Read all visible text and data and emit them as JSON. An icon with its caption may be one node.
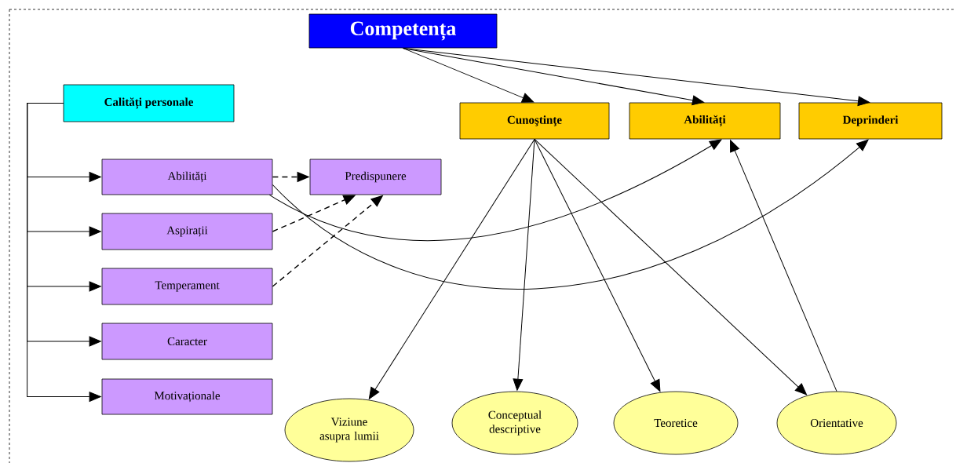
{
  "diagram": {
    "nodes": [
      {
        "text": [
          "Competența"
        ]
      },
      {
        "text": [
          "Calități personale"
        ]
      },
      {
        "text": [
          "Abilități"
        ]
      },
      {
        "text": [
          "Aspirații"
        ]
      },
      {
        "text": [
          "Temperament"
        ]
      },
      {
        "text": [
          "Caracter"
        ]
      },
      {
        "text": [
          "Motivaționale"
        ]
      },
      {
        "text": [
          "Predispunere"
        ]
      },
      {
        "text": [
          "Cunoştinţe"
        ]
      },
      {
        "text": [
          "Abilități"
        ]
      },
      {
        "text": [
          "Deprinderi"
        ]
      },
      {
        "text": [
          "Viziune asupra lumii"
        ]
      },
      {
        "text": [
          "Conceptual descriptive"
        ]
      },
      {
        "text": [
          "Teoretice"
        ]
      },
      {
        "text": [
          "Orientative"
        ]
      }
    ],
    "edges": [
      {
        "from": 0,
        "to": 8,
        "arrow": "to"
      },
      {
        "from": 0,
        "to": 9,
        "arrow": "to"
      },
      {
        "from": 0,
        "to": 10,
        "arrow": "to"
      },
      {
        "from": 1,
        "to": 2,
        "arrow": "to"
      },
      {
        "from": 1,
        "to": 3,
        "arrow": "to"
      },
      {
        "from": 1,
        "to": 4,
        "arrow": "to"
      },
      {
        "from": 1,
        "to": 5,
        "arrow": "to"
      },
      {
        "from": 1,
        "to": 6,
        "arrow": "to"
      },
      {
        "from": 2,
        "to": 7,
        "arrow": "to",
        "style": "dashed"
      },
      {
        "from": 3,
        "to": 7,
        "arrow": "to",
        "style": "dashed"
      },
      {
        "from": 4,
        "to": 7,
        "arrow": "to",
        "style": "dashed"
      },
      {
        "from": 2,
        "to": 9,
        "arrow": "to"
      },
      {
        "from": 2,
        "to": 10,
        "arrow": "to"
      },
      {
        "from": 8,
        "to": 11,
        "arrow": "to"
      },
      {
        "from": 8,
        "to": 12,
        "arrow": "to"
      },
      {
        "from": 8,
        "to": 13,
        "arrow": "to"
      },
      {
        "from": 8,
        "to": 14,
        "arrow": "to"
      },
      {
        "from": 14,
        "to": 9,
        "arrow": "to"
      }
    ]
  }
}
